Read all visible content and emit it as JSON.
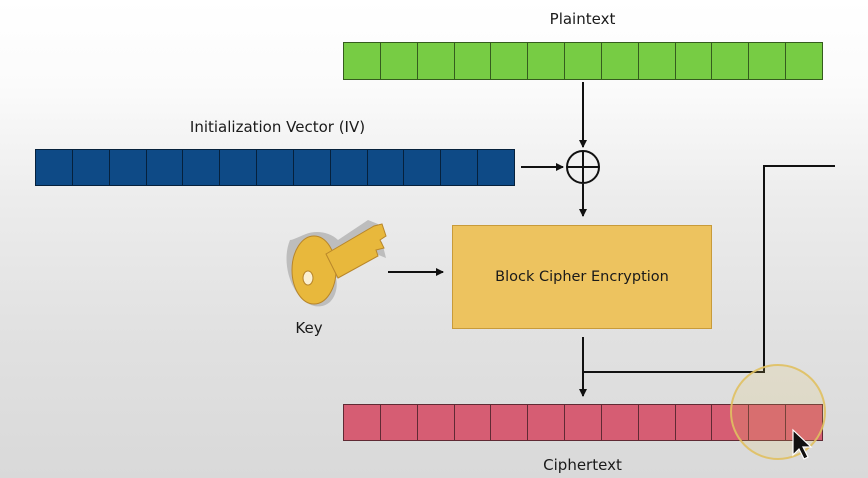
{
  "diagram": {
    "plaintext_label": "Plaintext",
    "iv_label": "Initialization Vector (IV)",
    "key_label": "Key",
    "block_label": "Block Cipher Encryption",
    "ciphertext_label": "Ciphertext",
    "plaintext_blocks": 13,
    "iv_blocks": 13,
    "ciphertext_blocks": 13
  },
  "colors": {
    "plaintext": "#77cc44",
    "iv": "#0e4a86",
    "block": "#edc35f",
    "ciphertext": "#d65d73",
    "line": "#111111",
    "key": "#e8b83c",
    "cursor_highlight": "#e6c65e"
  },
  "icons": [
    "key-icon",
    "xor-icon",
    "cursor-icon"
  ]
}
